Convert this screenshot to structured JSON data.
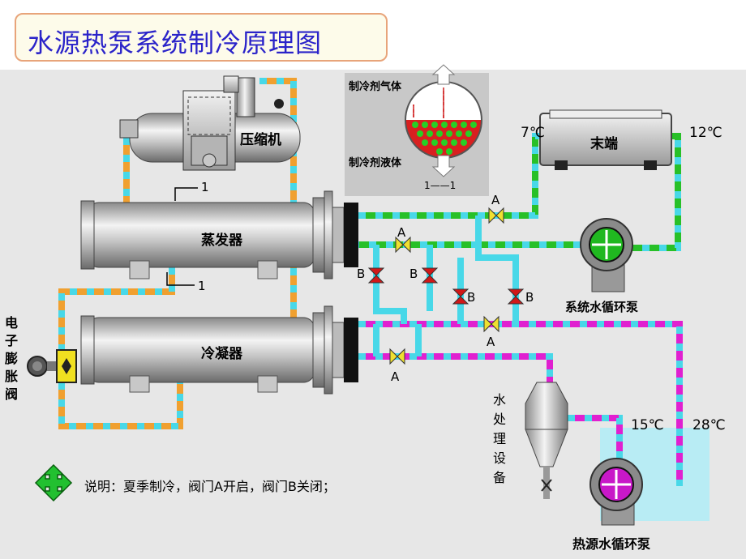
{
  "title": "水源热泵系统制冷原理图",
  "labels": {
    "compressor": "压缩机",
    "evaporator": "蒸发器",
    "condenser": "冷凝器",
    "terminal": "末端",
    "inset_gas": "制冷剂气体",
    "inset_liquid": "制冷剂液体",
    "inset_ratio": "1——1",
    "marker_1_top": "1",
    "marker_1_bottom": "1",
    "expansion_valve": "电子膨胀阀",
    "system_pump": "系统水循环泵",
    "source_pump": "热源水循环泵",
    "water_treatment": "水处理设备",
    "note": "说明：夏季制冷，阀门A开启，阀门B关闭；"
  },
  "temperatures": {
    "supply_chilled": "7℃",
    "return_chilled": "12℃",
    "source_in": "15℃",
    "source_out": "28℃"
  },
  "valves": {
    "a": "A",
    "b": "B"
  },
  "colors": {
    "refrigerant_pipe": "#f0a030",
    "chilled_pipe": "#28c028",
    "cooling_pipe": "#e020d0",
    "pipe_dash": "#48d8e8",
    "title_text": "#2a23c9",
    "valve_open": "#f0e030",
    "valve_closed": "#d01818"
  }
}
